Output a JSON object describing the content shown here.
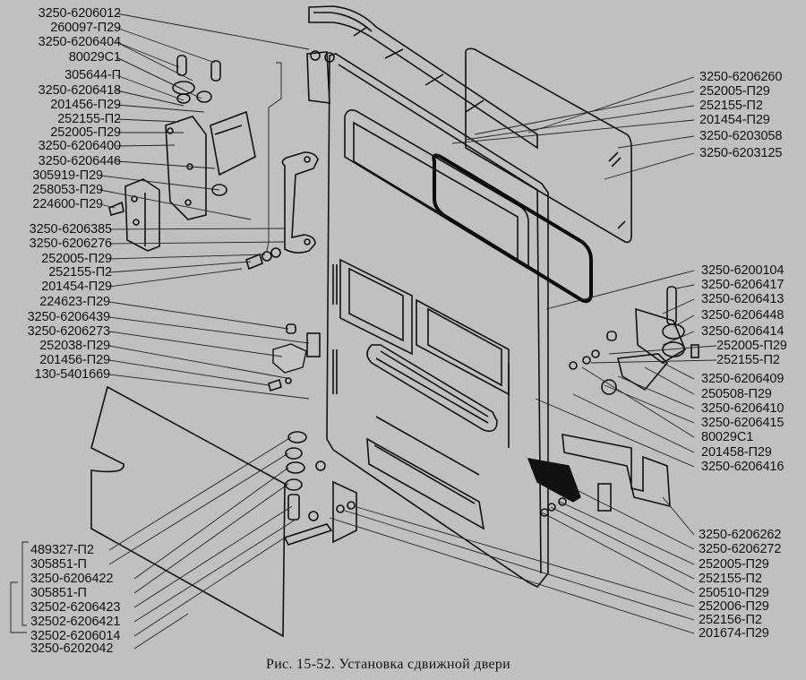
{
  "figure": {
    "caption": "Рис. 15-52. Установка сдвижной двери",
    "colors": {
      "background": "#c0c0c0",
      "ink": "#111111"
    }
  },
  "labels_left": [
    "3250-6206012",
    "260097-П29",
    "3250-6206404",
    "80029С1",
    "305644-П",
    "3250-6206418",
    "201456-П29",
    "252155-П2",
    "252005-П29",
    "3250-6206400",
    "3250-6206446",
    "305919-П29",
    "258053-П29",
    "224600-П29",
    "3250-6206385",
    "3250-6206276",
    "252005-П29",
    "252155-П2",
    "201454-П29",
    "224623-П29",
    "3250-6206439",
    "3250-6206273",
    "252038-П29",
    "201456-П29",
    "130-5401669"
  ],
  "labels_bottom_left": [
    "489327-П2",
    "305851-П",
    "3250-6206422",
    "305851-П",
    "32502-6206423",
    "32502-6206421",
    "32502-6206014",
    "3250-6202042"
  ],
  "labels_right": [
    "3250-6206260",
    "252005-П29",
    "252155-П2",
    "201454-П29",
    "3250-6203058",
    "3250-6203125",
    "3250-6200104",
    "3250-6206417",
    "3250-6206413",
    "3250-6206448",
    "3250-6206414",
    "252005-П29",
    "252155-П2",
    "3250-6206409",
    "250508-П29",
    "3250-6206410",
    "3250-6206415",
    "80029С1",
    "201458-П29",
    "3250-6206416",
    "3250-6206262",
    "3250-6206272",
    "252005-П29",
    "252155-П2",
    "250510-П29",
    "252006-П29",
    "252156-П2",
    "201674-П29"
  ]
}
